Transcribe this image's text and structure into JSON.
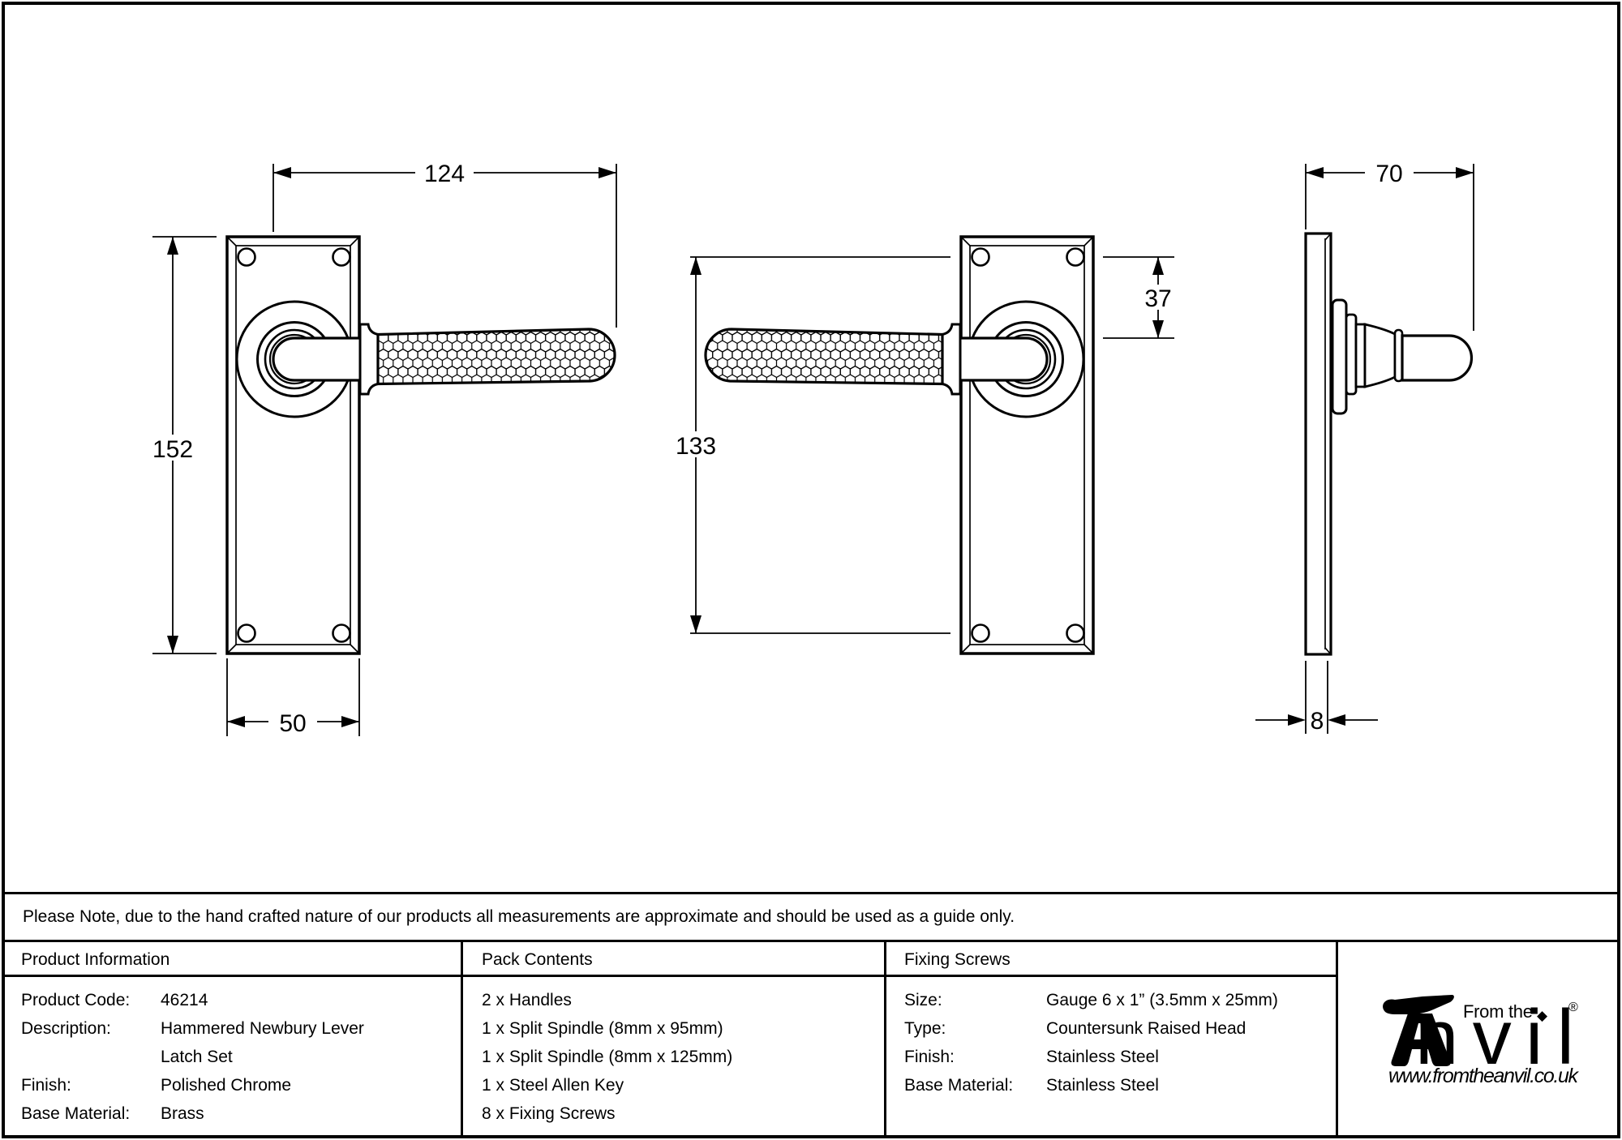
{
  "note": "Please Note, due to the hand crafted nature of our products all measurements are approximate and should be used as a guide only.",
  "views": {
    "front": {
      "lever_length": "124",
      "plate_height": "152",
      "plate_width": "50"
    },
    "rear": {
      "fixing_centres": "133",
      "handle_top_offset": "37"
    },
    "side": {
      "projection": "70",
      "plate_thickness": "8"
    }
  },
  "table": {
    "product_info": {
      "header": "Product Information",
      "rows": [
        {
          "label": "Product Code:",
          "value": "46214"
        },
        {
          "label": "Description:",
          "value": "Hammered Newbury Lever"
        },
        {
          "label": "",
          "value": "Latch Set"
        },
        {
          "label": "Finish:",
          "value": "Polished Chrome"
        },
        {
          "label": "Base Material:",
          "value": "Brass"
        }
      ]
    },
    "pack_contents": {
      "header": "Pack Contents",
      "items": [
        "2 x Handles",
        "1 x Split Spindle (8mm x 95mm)",
        "1 x Split Spindle (8mm x 125mm)",
        "1 x Steel Allen Key",
        "8 x Fixing Screws"
      ]
    },
    "fixing_screws": {
      "header": "Fixing Screws",
      "rows": [
        {
          "label": "Size:",
          "value": "Gauge 6 x 1” (3.5mm x 25mm)"
        },
        {
          "label": "Type:",
          "value": "Countersunk Raised Head"
        },
        {
          "label": "Finish:",
          "value": "Stainless Steel"
        },
        {
          "label": "Base Material:",
          "value": "Stainless Steel"
        }
      ]
    }
  },
  "logo": {
    "tagline": "From the",
    "brand_rest": "nvil",
    "diamond": "◆",
    "registered": "®",
    "website": "www.fromtheanvil.co.uk"
  }
}
